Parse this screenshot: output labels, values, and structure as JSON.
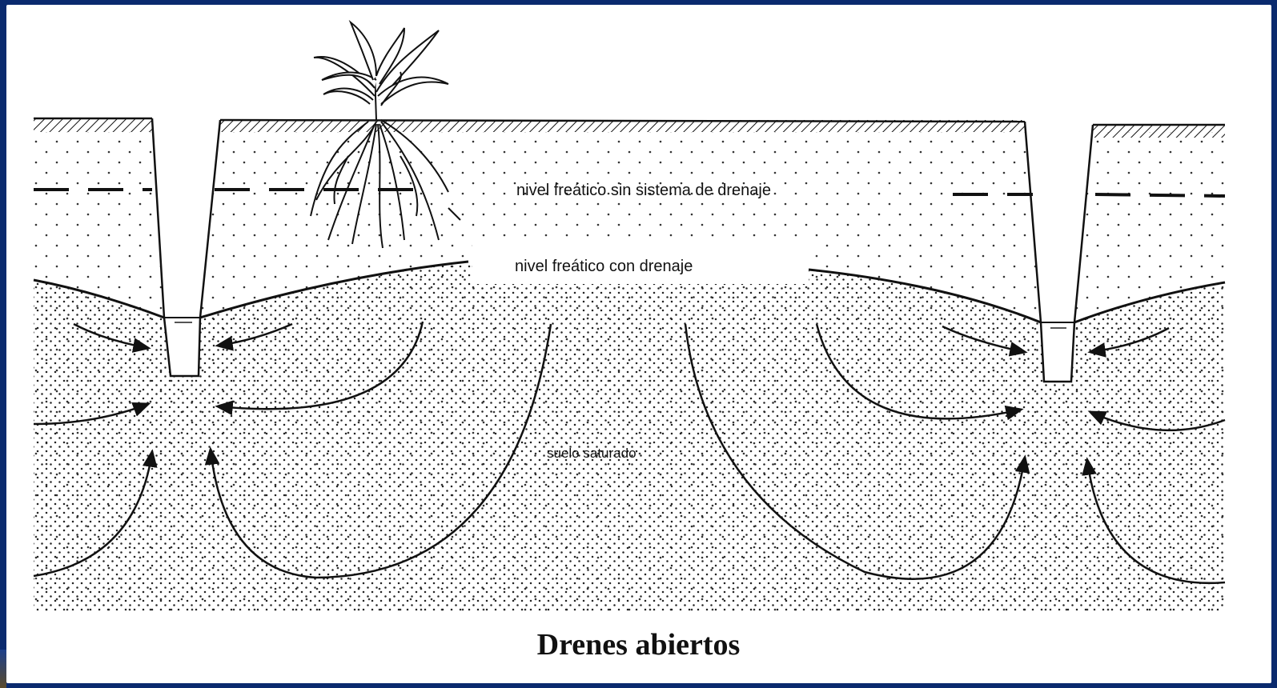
{
  "labels": {
    "water_table_without": "nivel freático sin sistema de drenaje",
    "water_table_with": "nivel freático con drenaje",
    "saturated_soil": "suelo saturado"
  },
  "caption": "Drenes abiertos"
}
